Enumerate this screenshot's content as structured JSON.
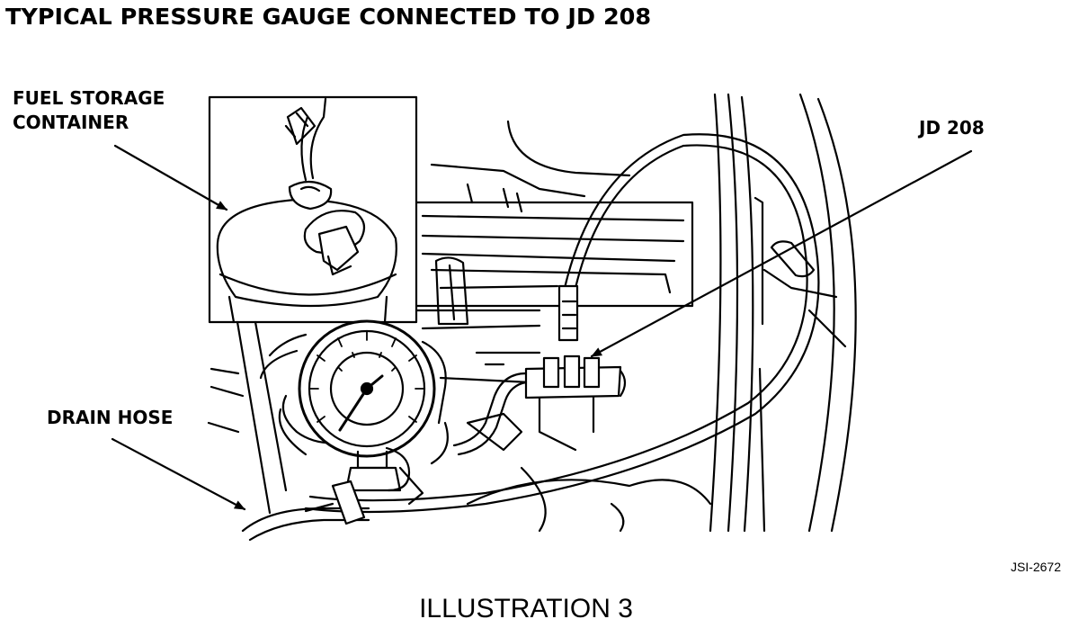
{
  "title": "TYPICAL PRESSURE GAUGE CONNECTED TO JD 208",
  "labels": {
    "fuel_storage_line1": "FUEL STORAGE",
    "fuel_storage_line2": "CONTAINER",
    "drain_hose": "DRAIN HOSE",
    "jd208": "JD 208"
  },
  "figure_code": "JSI-2672",
  "caption": "ILLUSTRATION 3"
}
